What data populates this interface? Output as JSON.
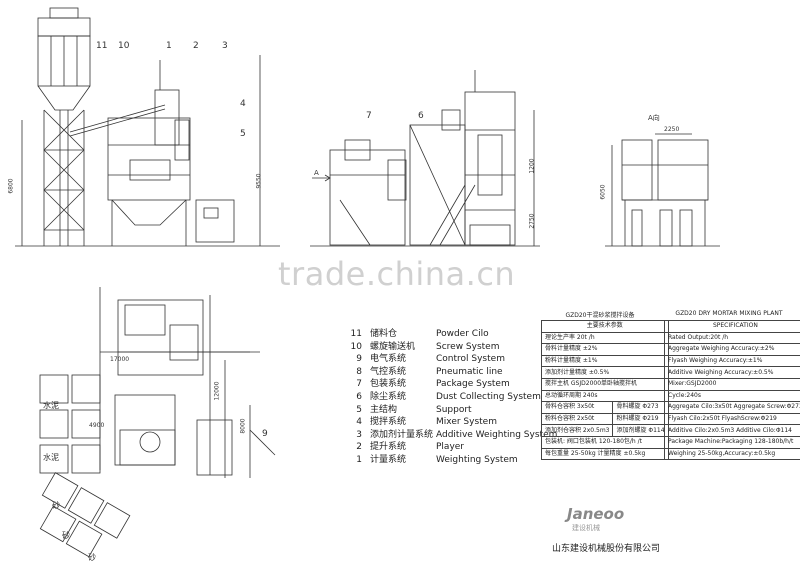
{
  "labels": {
    "side_numbers": [
      "11",
      "10",
      "1",
      "2",
      "3",
      "4",
      "5"
    ],
    "mid_numbers": [
      "7",
      "6"
    ],
    "dim_6800": "6800",
    "dim_9550": "9550",
    "dim_1200": "1200",
    "dim_2750": "2750",
    "dim_6050": "6050",
    "dim_2250": "2250",
    "arrow_a": "A",
    "view_a": "A向",
    "plan_17000": "17000",
    "plan_12000": "12000",
    "plan_8000": "8000",
    "plan_9": "9",
    "plan_4900": "4900",
    "cement_1": "水泥",
    "cement_2": "水泥",
    "sand_1": "砂",
    "sand_2": "砂",
    "sand_3": "砂"
  },
  "legend": [
    {
      "n": "11",
      "cn": "储料仓",
      "en": "Powder Cilo"
    },
    {
      "n": "10",
      "cn": "螺旋输送机",
      "en": "Screw System"
    },
    {
      "n": "9",
      "cn": "电气系统",
      "en": "Control System"
    },
    {
      "n": "8",
      "cn": "气控系统",
      "en": "Pneumatic line"
    },
    {
      "n": "7",
      "cn": "包装系统",
      "en": "Package System"
    },
    {
      "n": "6",
      "cn": "除尘系统",
      "en": "Dust Collecting System"
    },
    {
      "n": "5",
      "cn": "主结构",
      "en": "Support"
    },
    {
      "n": "4",
      "cn": "搅拌系统",
      "en": "Mixer System"
    },
    {
      "n": "3",
      "cn": "添加剂计量系统",
      "en": "Additive Weighting System"
    },
    {
      "n": "2",
      "cn": "提升系统",
      "en": "Player"
    },
    {
      "n": "1",
      "cn": "计量系统",
      "en": "Weighting System"
    }
  ],
  "cn_table": {
    "title": "GZD20干混砂浆搅拌设备",
    "header": "主要技术参数",
    "rows": [
      [
        "理论生产率 20t /h",
        ""
      ],
      [
        "骨料计量精度 ±2%",
        ""
      ],
      [
        "粉料计量精度 ±1%",
        ""
      ],
      [
        "添加剂计量精度 ±0.5%",
        ""
      ],
      [
        "搅拌主机 GSJD2000单卧轴搅拌机",
        ""
      ],
      [
        "总动循环周期 240s",
        ""
      ],
      [
        "骨料仓容积 3x50t",
        "骨料螺旋 Φ273"
      ],
      [
        "粉料仓容积 2x50t",
        "粉料螺旋 Φ219"
      ],
      [
        "添加剂仓容积 2x0.5m3",
        "添加剂螺旋 Φ114"
      ],
      [
        "包装机: 阀口包装机 120-180包/h /t",
        ""
      ],
      [
        "每包重量 25-50kg 计量精度 ±0.5kg",
        ""
      ]
    ]
  },
  "en_table": {
    "title": "GZD20 DRY MORTAR MIXING PLANT",
    "header": "SPECIFICATION",
    "rows": [
      "Rated Output:20t /h",
      "Aggregate Weighing Accuracy:±2%",
      "Flyash Weighing Accuracy:±1%",
      "Additive Weighing Accuracy:±0.5%",
      "Mixer:GSJD2000",
      "Cycle:240s",
      "Aggregate Cilo:3x50t  Aggregate Screw:Φ273",
      "Flyash Cilo:2x50t    FlyashScrew:Φ219",
      "Additive Cilo:2x0.5m3  Additive Cilo:Φ114",
      "Package Machine:Packaging 128-180b/h/t",
      "Weighing 25-50kg,Accuracy:±0.5kg"
    ]
  },
  "watermark": "trade.china.cn",
  "logo": "Janeoo",
  "logo_sub": "建设机械",
  "company": "山东建设机械股份有限公司"
}
